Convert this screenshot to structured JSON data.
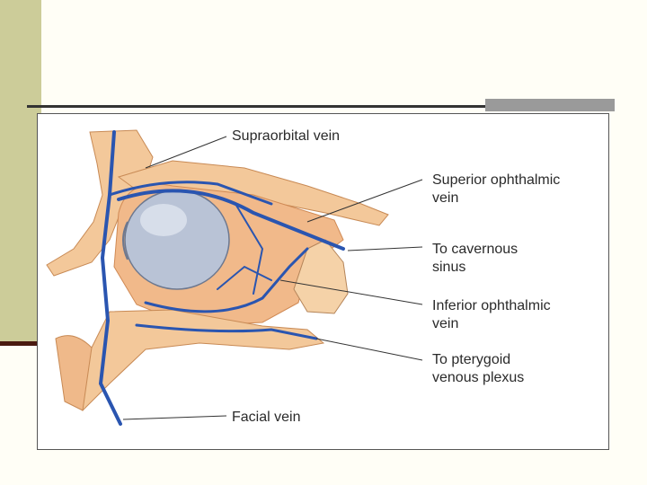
{
  "figure": {
    "labels": {
      "supraorbital_vein": "Supraorbital vein",
      "superior_ophthalmic_vein_l1": "Superior ophthalmic",
      "superior_ophthalmic_vein_l2": "vein",
      "to_cavernous_sinus_l1": "To cavernous",
      "to_cavernous_sinus_l2": "sinus",
      "inferior_ophthalmic_vein_l1": "Inferior ophthalmic",
      "inferior_ophthalmic_vein_l2": "vein",
      "to_pterygoid_plexus_l1": "To pterygoid",
      "to_pterygoid_plexus_l2": "venous plexus",
      "facial_vein": "Facial vein"
    },
    "colors": {
      "bone": "#f3c89a",
      "bone_dark": "#e9a96f",
      "vein": "#2a55b0",
      "eyeball": "#b9c3d6",
      "leader": "#333333"
    }
  }
}
